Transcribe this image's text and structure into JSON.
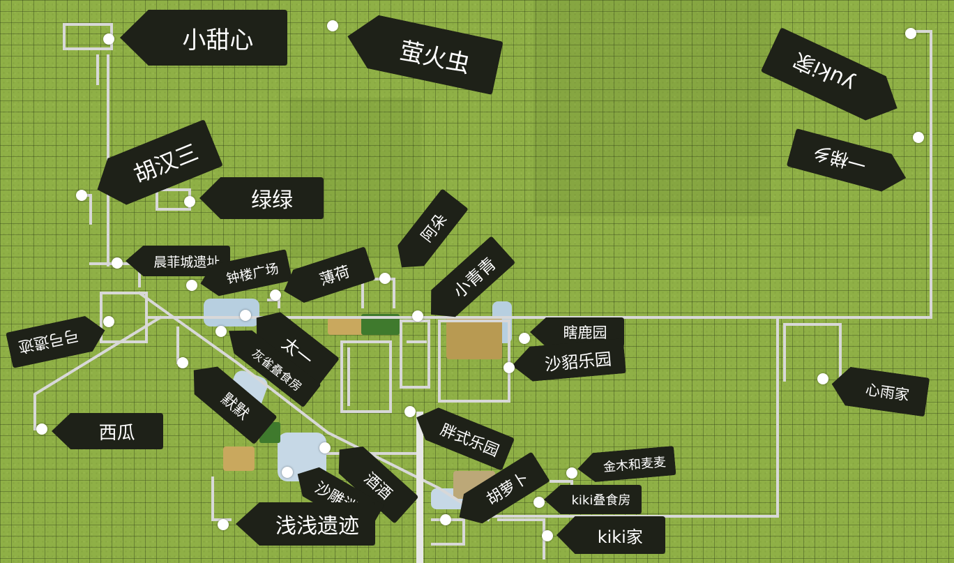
{
  "labels": {
    "xiaotianxin": "小甜心",
    "yinghuochong": "萤火虫",
    "yuki_jia": "yuki家",
    "huhansan": "胡汉三",
    "lvlv": "绿绿",
    "yijiexiang": "一梯乡",
    "chenfeicheng": "晨菲城遗址",
    "zhonglou": "钟楼广场",
    "bohe": "薄荷",
    "aduo": "阿朵",
    "xiaoqingqing": "小青青",
    "gonggong": "弓弓遗迹",
    "taiyi": "太一",
    "huiquediefang": "灰雀叠食房",
    "zhanluyuan": "瞎鹿园",
    "shadiaoleyuan": "沙貂乐园",
    "xinyujia": "心雨家",
    "momo": "默默",
    "xigua": "西瓜",
    "pangshileyuan": "胖式乐园",
    "jiujiu": "酒酒",
    "shadiaomigong": "沙雕迷宫",
    "jinmu": "金木和麦麦",
    "huluobo": "胡萝卜",
    "kiki_shifang": "kiki叠食房",
    "qianqian": "浅浅遗迹",
    "kiki_jia": "kiki家"
  },
  "colors": {
    "grass": "#8fb046",
    "label_bg": "#1e2118",
    "label_text": "#ffffff",
    "road": "#d8d8d8",
    "marker": "#ffffff"
  }
}
